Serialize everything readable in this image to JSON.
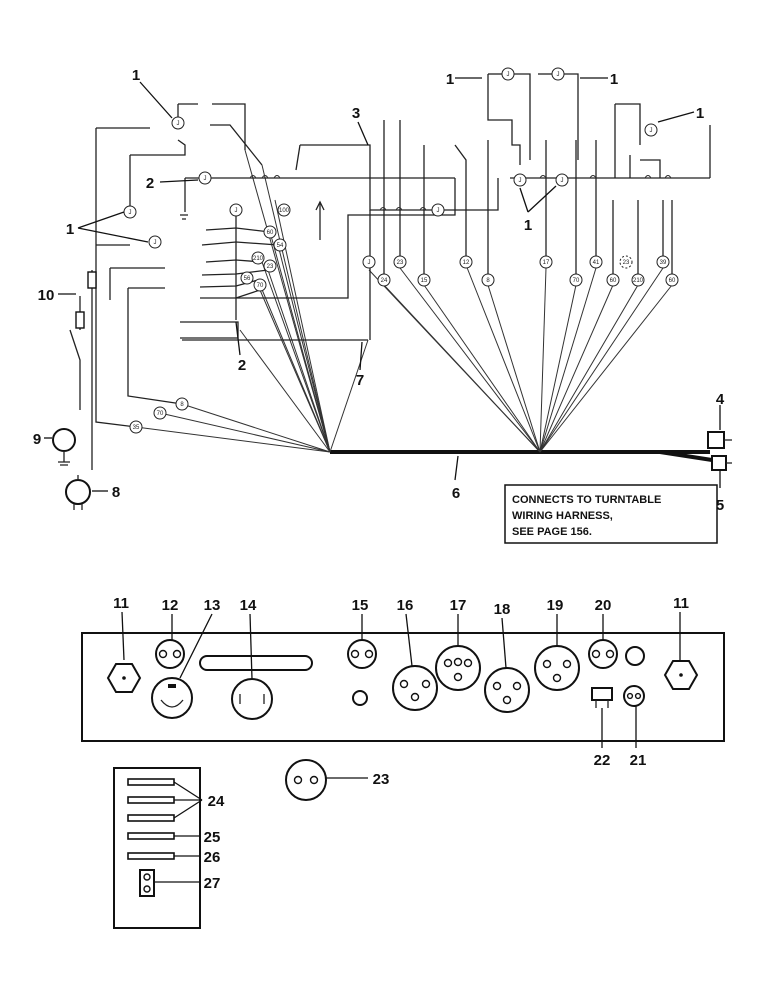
{
  "callouts": {
    "c1a": "1",
    "c1b": "1",
    "c1c": "1",
    "c1d": "1",
    "c1e": "1",
    "c1f": "1",
    "c2a": "2",
    "c2b": "2",
    "c3": "3",
    "c4": "4",
    "c5": "5",
    "c6": "6",
    "c7": "7",
    "c8": "8",
    "c9": "9",
    "c10": "10",
    "c11a": "11",
    "c11b": "11",
    "c12": "12",
    "c13": "13",
    "c14": "14",
    "c15": "15",
    "c16": "16",
    "c17": "17",
    "c18": "18",
    "c19": "19",
    "c20": "20",
    "c21": "21",
    "c22": "22",
    "c23": "23",
    "c24": "24",
    "c25": "25",
    "c26": "26",
    "c27": "27"
  },
  "wire_numbers": {
    "w_j1": "J",
    "w_j2": "J",
    "w_j3": "J",
    "w_j4": "J",
    "w_j5": "J",
    "w_j6": "J",
    "w_j7": "J",
    "w_j8": "J",
    "w_j9": "J",
    "w_j10": "J",
    "w_j11": "J",
    "w_j12": "J",
    "w_100": "100",
    "w_60a": "60",
    "w_54": "54",
    "w_210a": "210",
    "w_23a": "23",
    "w_56": "56",
    "w_70a": "70",
    "w_8a": "8",
    "w_70b": "70",
    "w_35": "35",
    "w_24": "24",
    "w_23b": "23",
    "w_15": "15",
    "w_12": "12",
    "w_8b": "8",
    "w_17": "17",
    "w_70c": "70",
    "w_41": "41",
    "w_60b": "60",
    "w_210b": "210",
    "w_39": "39",
    "w_60c": "60",
    "w_23c": "23"
  },
  "note": {
    "line1": "CONNECTS TO TURNTABLE",
    "line2": "WIRING HARNESS,",
    "line3": "SEE PAGE 156."
  }
}
